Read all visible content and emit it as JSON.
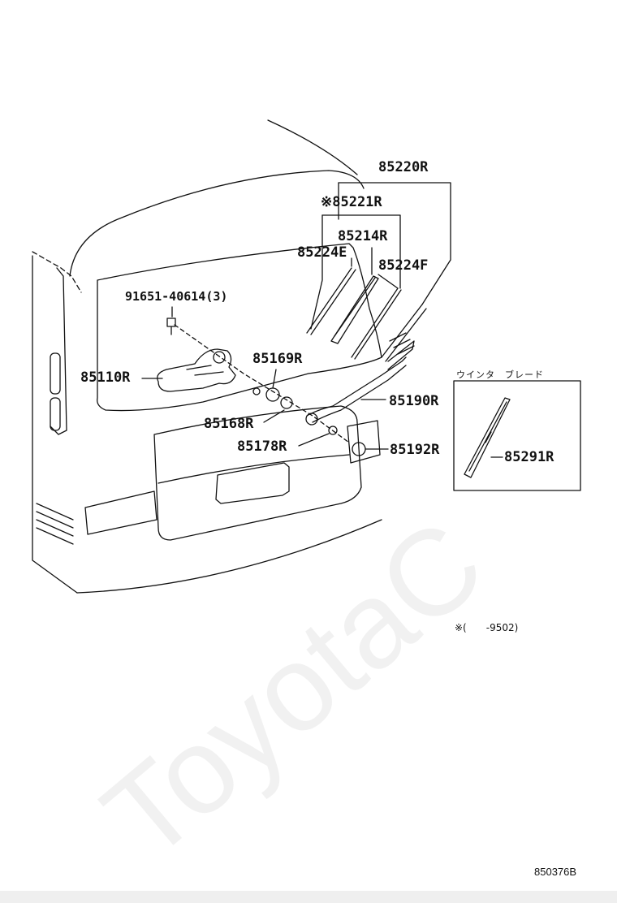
{
  "diagram": {
    "labels": {
      "p85220R": "85220R",
      "p85221R": "※85221R",
      "p85214R": "85214R",
      "p85224E": "85224E",
      "p85224F": "85224F",
      "p91651": "91651-40614(3)",
      "p85169R": "85169R",
      "p85110R": "85110R",
      "p85190R": "85190R",
      "p85168R": "85168R",
      "p85178R": "85178R",
      "p85192R": "85192R",
      "p85291R": "85291R"
    },
    "inset_title": "ウインタ　ブレード",
    "note": "※(　　-9502)",
    "figure_id": "850376B",
    "watermark": "ToyotaC"
  }
}
